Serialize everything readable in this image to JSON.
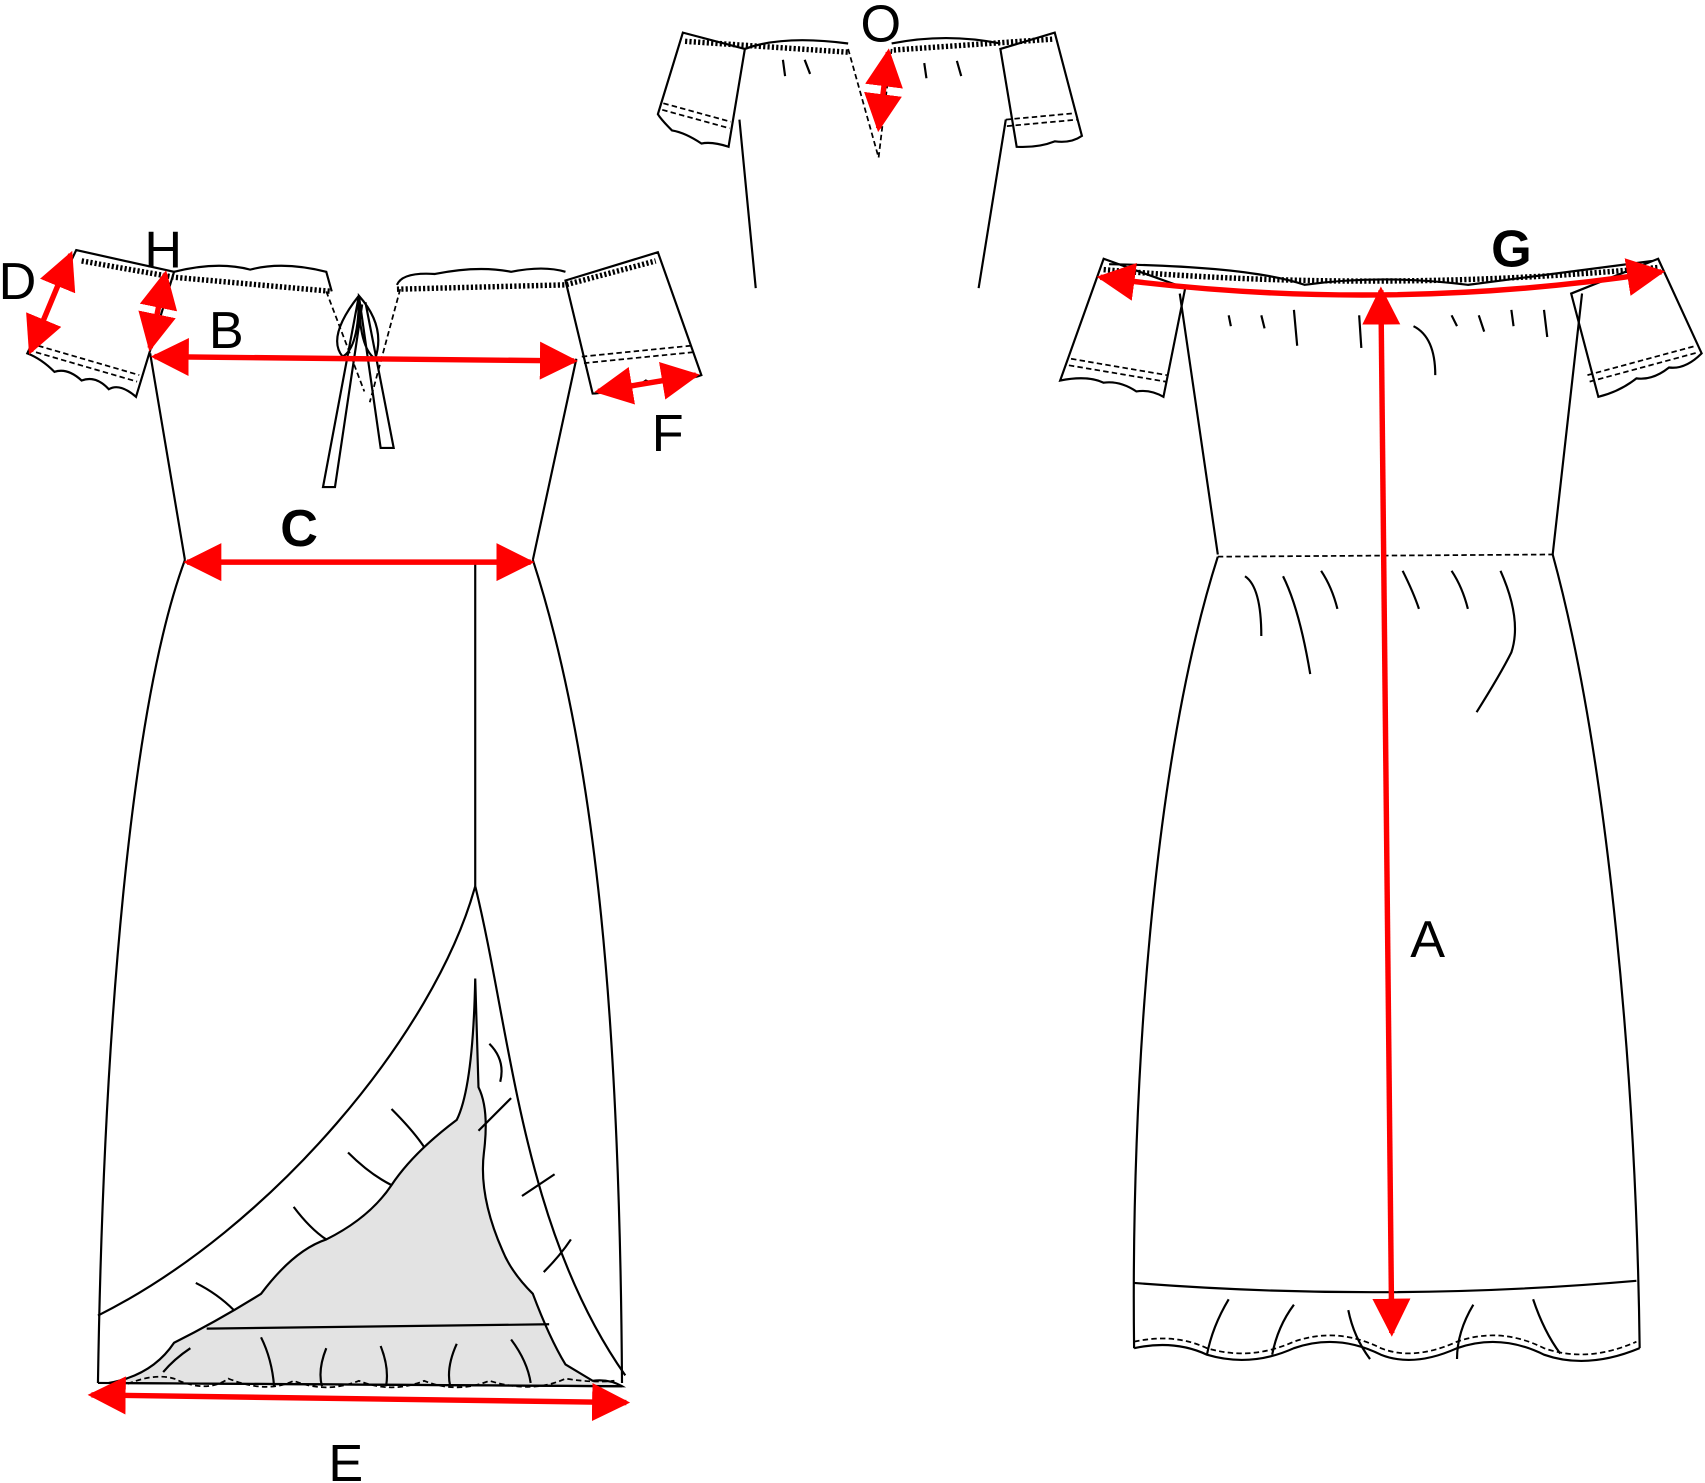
{
  "colors": {
    "measure": "#ff0000",
    "lining": "#e3e3e3",
    "line": "#000000"
  },
  "labels": {
    "A": "A",
    "B": "B",
    "C": "C",
    "D": "D",
    "E": "E",
    "F": "F",
    "G": "G",
    "H": "H",
    "O": "O"
  }
}
